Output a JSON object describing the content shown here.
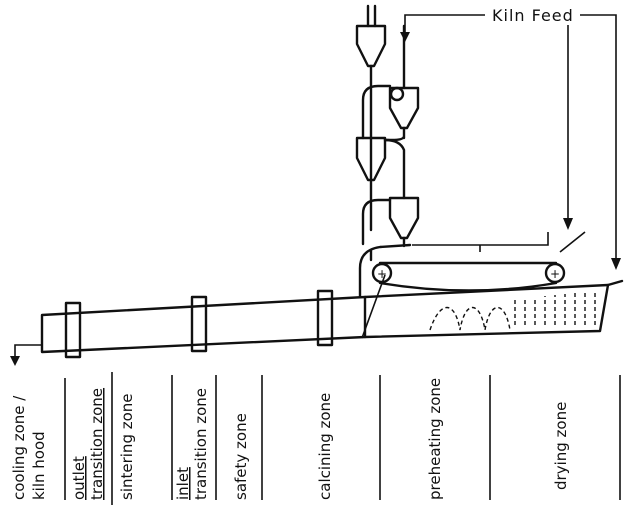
{
  "diagram": {
    "feed_label": "Kiln Feed",
    "zones": [
      {
        "line1": "cooling zone /",
        "line2": "kiln hood"
      },
      {
        "line1": "outlet",
        "line2": "transition zone"
      },
      {
        "line1": "sintering zone",
        "line2": ""
      },
      {
        "line1": "inlet",
        "line2": "transition zone"
      },
      {
        "line1": "safety zone",
        "line2": ""
      },
      {
        "line1": "calcining zone",
        "line2": ""
      },
      {
        "line1": "preheating zone",
        "line2": ""
      },
      {
        "line1": "drying zone",
        "line2": ""
      }
    ]
  }
}
